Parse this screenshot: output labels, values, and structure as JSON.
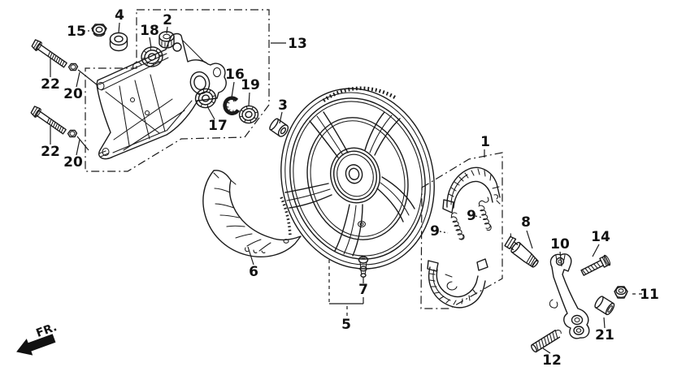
{
  "page": {
    "background": "#ffffff",
    "ink": "#1a1a1a",
    "kind": "rear-wheel-swingarm-parts-diagram"
  },
  "direction_indicator": {
    "text": "FR."
  },
  "labels": [
    {
      "part": "15",
      "text": "15"
    },
    {
      "part": "4",
      "text": "4"
    },
    {
      "part": "2",
      "text": "2"
    },
    {
      "part": "18",
      "text": "18"
    },
    {
      "part": "13",
      "text": "13"
    },
    {
      "part": "22",
      "text": "22"
    },
    {
      "part": "20",
      "text": "20"
    },
    {
      "part": "22",
      "text": "22"
    },
    {
      "part": "20",
      "text": "20"
    },
    {
      "part": "16",
      "text": "16"
    },
    {
      "part": "19",
      "text": "19"
    },
    {
      "part": "17",
      "text": "17"
    },
    {
      "part": "3",
      "text": "3"
    },
    {
      "part": "6",
      "text": "6"
    },
    {
      "part": "7",
      "text": "7"
    },
    {
      "part": "5",
      "text": "5"
    },
    {
      "part": "1",
      "text": "1"
    },
    {
      "part": "9",
      "text": "9"
    },
    {
      "part": "9",
      "text": "9"
    },
    {
      "part": "8",
      "text": "8"
    },
    {
      "part": "10",
      "text": "10"
    },
    {
      "part": "14",
      "text": "14"
    },
    {
      "part": "11",
      "text": "11"
    },
    {
      "part": "21",
      "text": "21"
    },
    {
      "part": "12",
      "text": "12"
    }
  ]
}
